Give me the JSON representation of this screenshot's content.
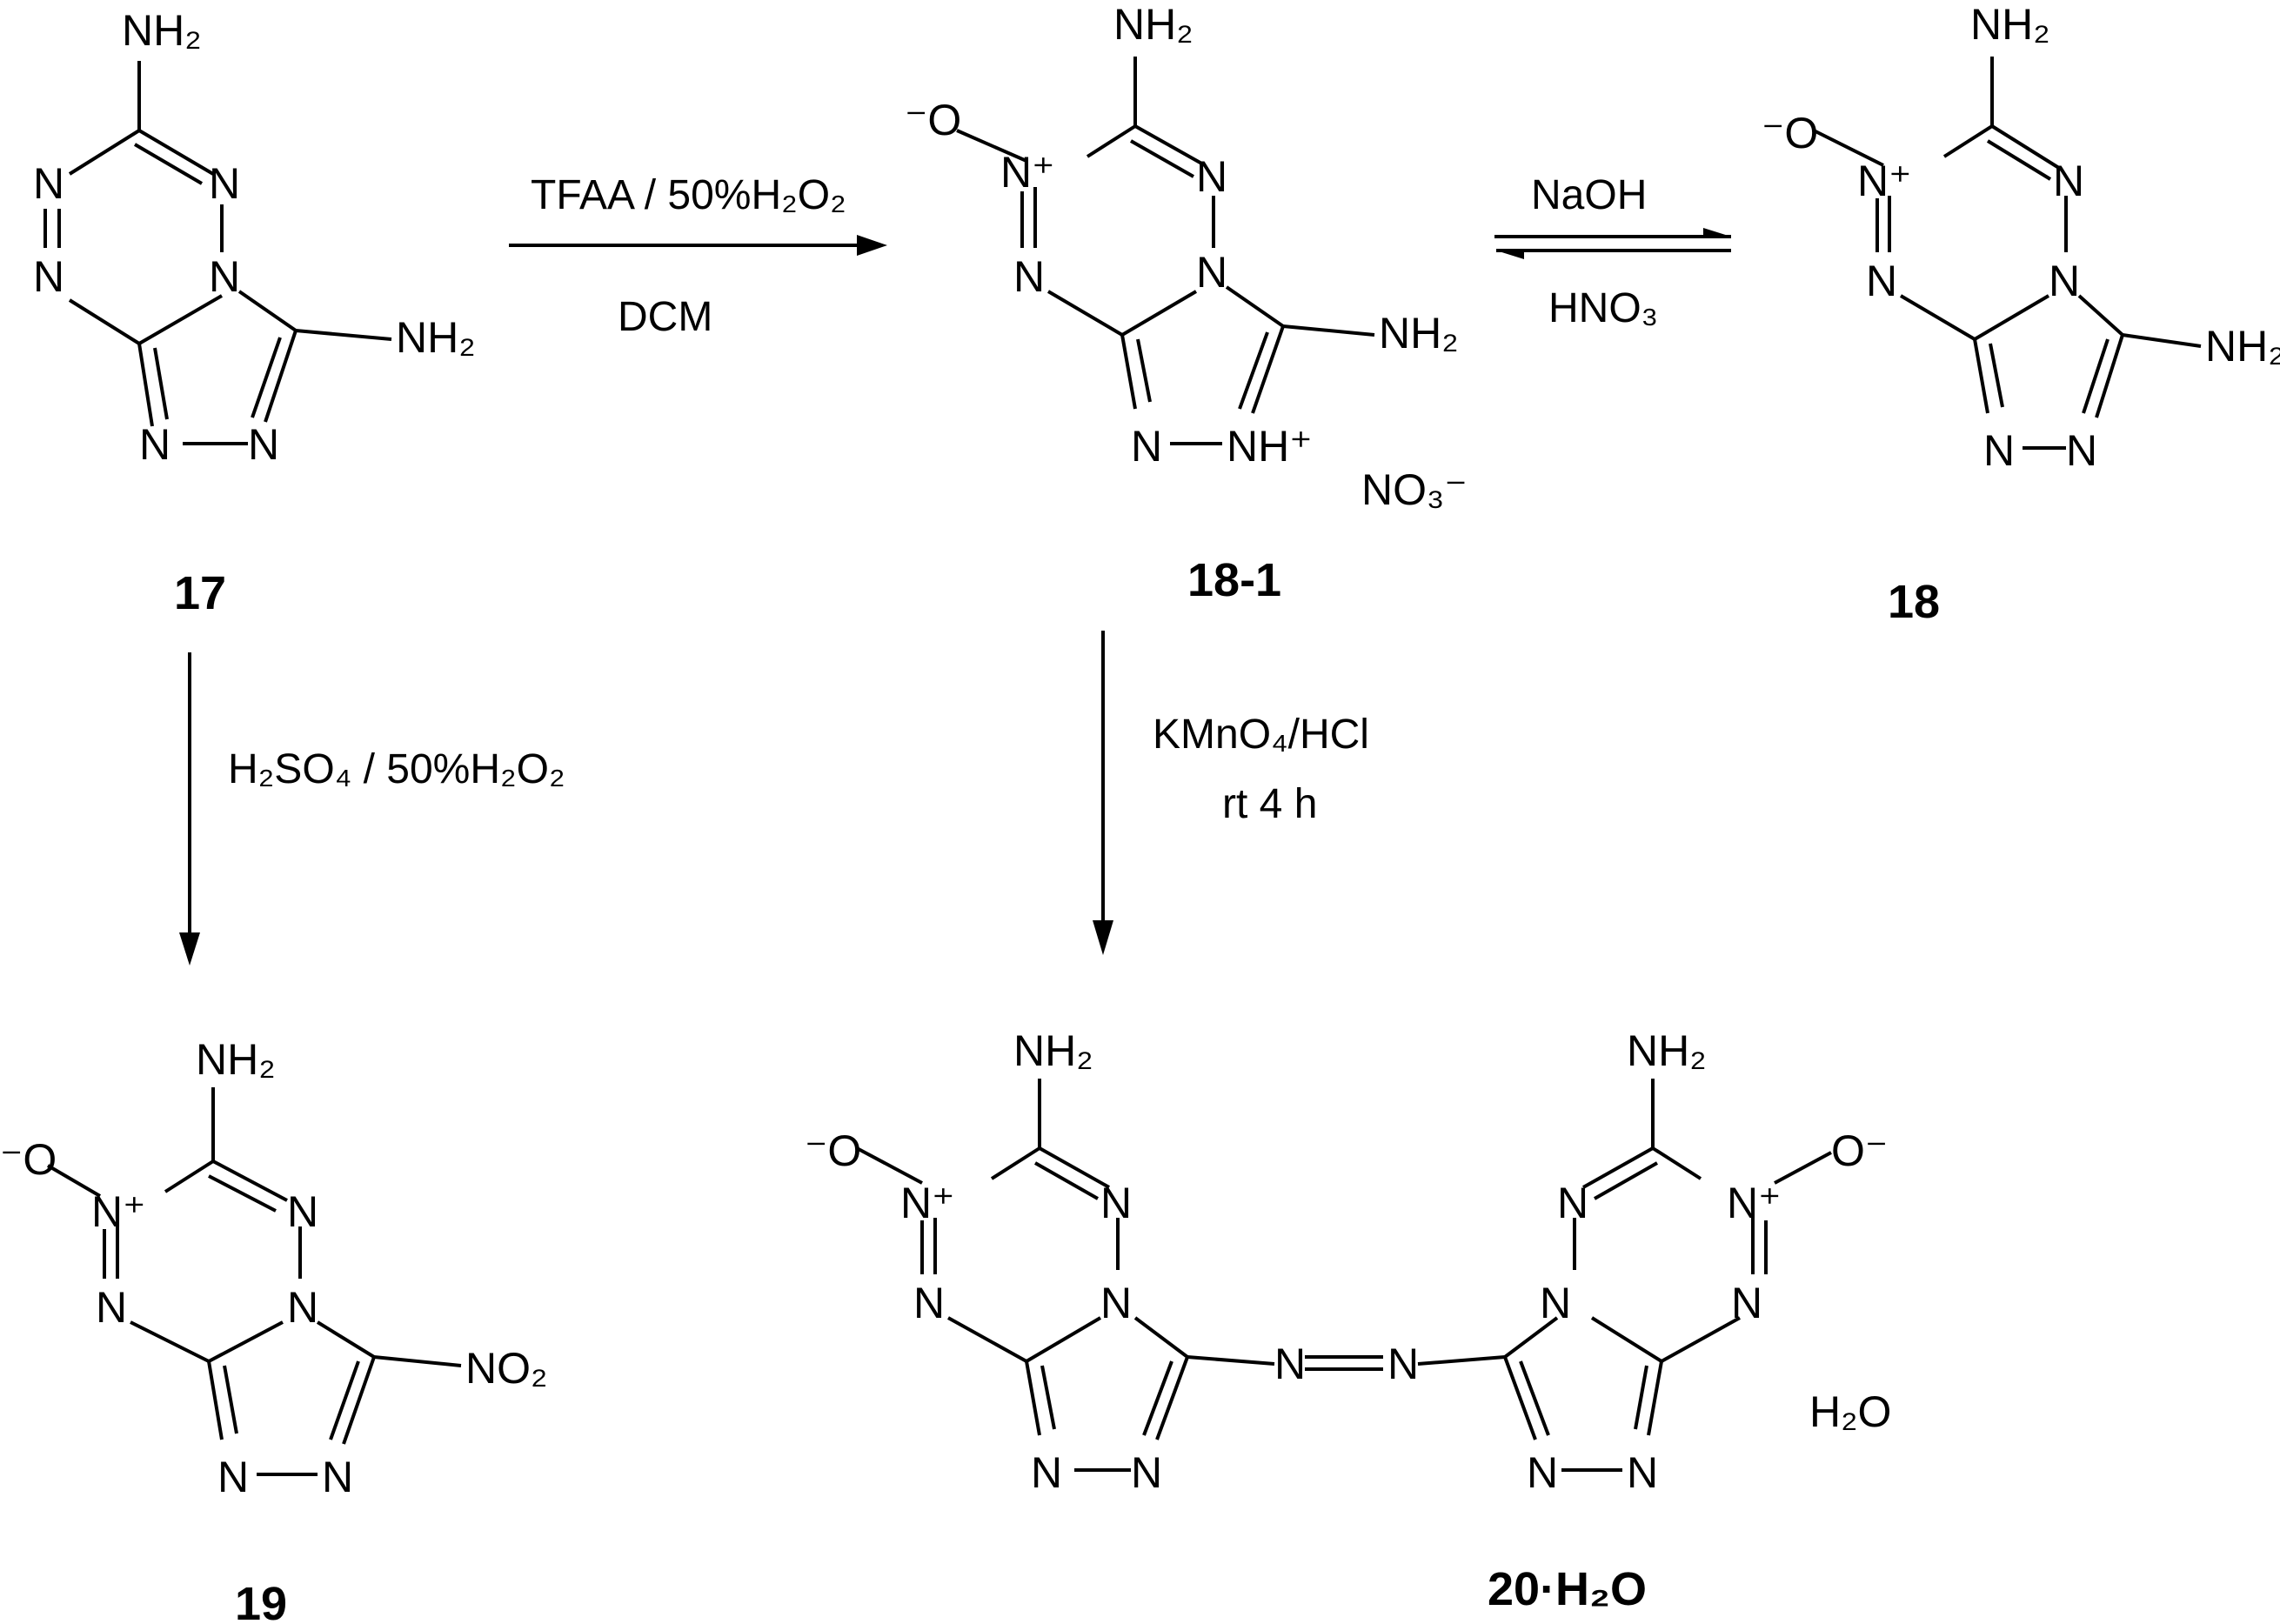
{
  "compounds": {
    "c17": "17",
    "c18_1": "18-1",
    "c18": "18",
    "c19": "19",
    "c20": "20·H₂O"
  },
  "reagents": {
    "r17_to_181_top": "TFAA / 50%H₂O₂",
    "r17_to_181_bottom": "DCM",
    "r181_to_18_top": "NaOH",
    "r181_to_18_bottom": "HNO₃",
    "r17_to_19": "H₂SO₄ / 50%H₂O₂",
    "r181_to_20_line1": "KMnO₄/HCl",
    "r181_to_20_line2": "rt 4 h"
  },
  "atoms": {
    "N": "N",
    "NH2": "NH₂",
    "NO2": "NO₂",
    "Nplus": "N⁺",
    "Ominus": "⁻O",
    "Ominus_right": "O⁻",
    "NHplus": "NH⁺",
    "NO3minus": "NO₃⁻",
    "H2O": "H₂O"
  },
  "colors": {
    "ink": "#000000",
    "background": "#ffffff"
  }
}
